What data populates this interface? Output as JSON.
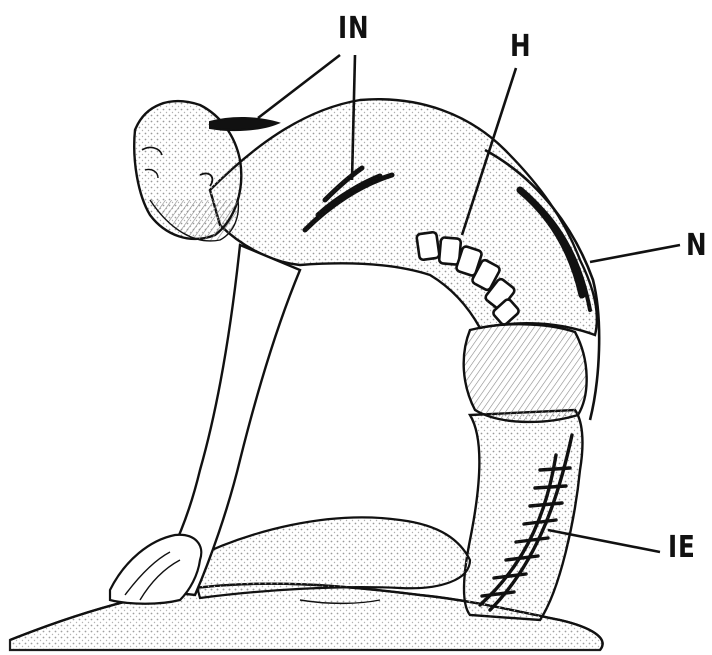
{
  "labels": {
    "in": "IN",
    "h": "H",
    "n": "N",
    "ie": "IE"
  },
  "colors": {
    "ink": "#111111",
    "shade": "#b8b8b8",
    "background": "#ffffff"
  }
}
